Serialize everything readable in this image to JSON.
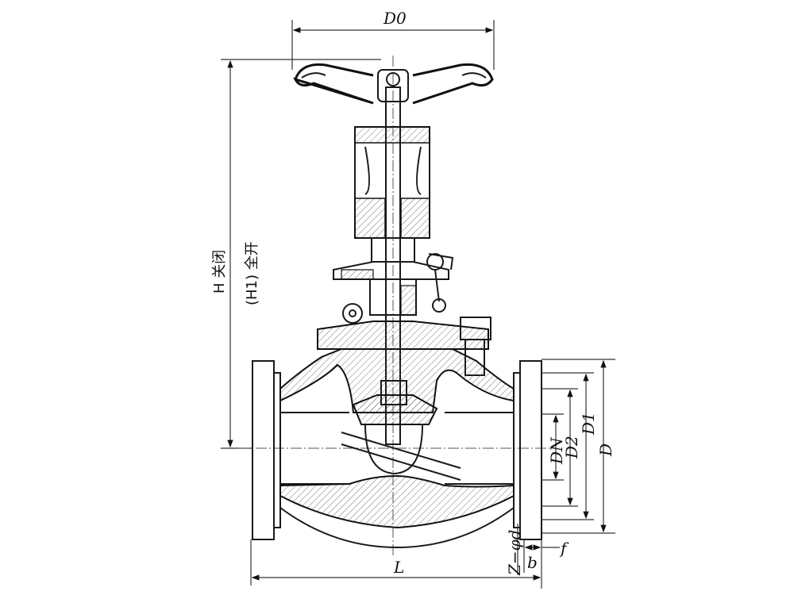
{
  "title": "Globe valve dimension drawing",
  "labels": {
    "d0": "D0",
    "h_closed": "H 关闭",
    "h1_open": "(H1) 全开",
    "l": "L",
    "dn": "DN",
    "d2": "D2",
    "d1": "D1",
    "d": "D",
    "z_phi_d": "Z−φd",
    "b": "b",
    "f": "f"
  }
}
